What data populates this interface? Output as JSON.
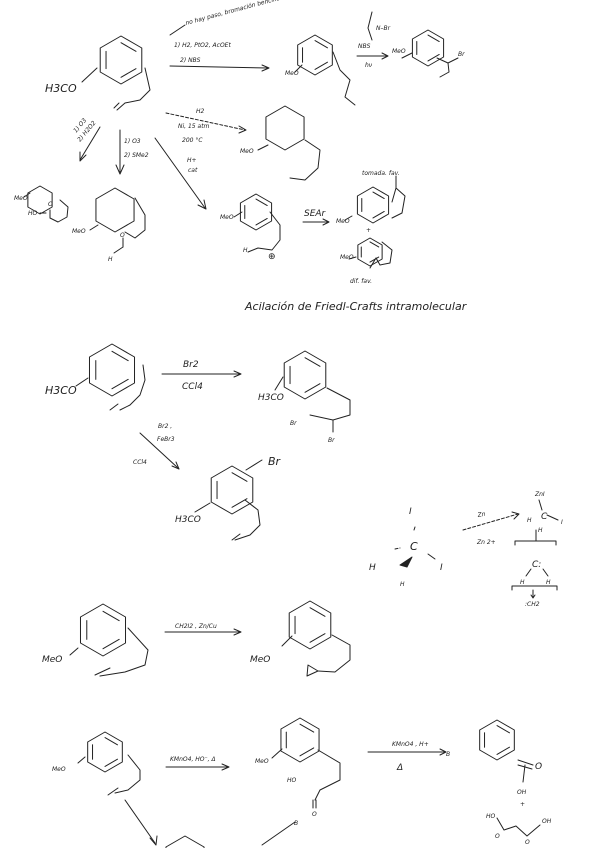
{
  "section1": {
    "start_label": "H3CO",
    "note": "no hay paso, bromación bencílica",
    "reagent_1": "1) H2, PtO2, AcOEt",
    "reagent_2": "2) NBS",
    "product1_label": "MeO",
    "nbs_reagent": "NBS",
    "nbs_br": "N–Br",
    "hv": "hν",
    "product2_label": "MeO",
    "product2_br": "Br",
    "h2": "H2",
    "ni": "Ni, 15 atm",
    "temp": "200 °C",
    "cyclohexane_label": "MeO",
    "ozonolysis_a_1": "1) O3",
    "ozonolysis_a_2": "2) H2O2",
    "ozonolysis_b_1": "1) O3",
    "ozonolysis_b_2": "2) SMe2",
    "acid_meo": "MeO",
    "acid_ho": "HO",
    "acid_o": "O",
    "aldehyde_meo": "MeO",
    "aldehyde_o": "O",
    "aldehyde_h": "H",
    "h_plus": "H+",
    "cat": "cat",
    "cation_meo": "MeO",
    "cation_h": "H",
    "cation_charge": "⊕",
    "sear": "SEAr",
    "indane1_meo": "MeO",
    "indane1_note": "tomada. fav.",
    "plus": "+",
    "indane2_meo": "MeO",
    "indane2_note": "dif. fav.",
    "title": "Acilación de Friedl-Crafts intramolecular"
  },
  "section2": {
    "start_label": "H3CO",
    "br2": "Br2",
    "ccl4": "CCl4",
    "product_label": "H3CO",
    "br_a": "Br",
    "br_b": "Br",
    "br2_fe": "Br2 ,",
    "febr3": "FeBr3",
    "ccl4_b": "CCl4",
    "arom_br": "Br",
    "arom_label": "H3CO",
    "carb_i_top": "I",
    "carb_c": "C",
    "carb_i_right": "I",
    "carb_h_left": "H",
    "carb_h_bottom": "H",
    "zn": "Zn",
    "zn2": "Zn 2+",
    "zni": "ZnI",
    "carbenoid_c": "C",
    "carbenoid_i": "I",
    "carbenoid_h1": "H",
    "carbenoid_h2": "H",
    "carbene_c": "C:",
    "carbene_h1": "H",
    "carbene_h2": "H",
    "ch2": ":CH2"
  },
  "section3": {
    "start_label": "MeO",
    "reagent": "CH2I2 , Zn/Cu",
    "product_label": "MeO"
  },
  "section4": {
    "start_label": "MeO",
    "reagent1": "KMnO4, HO⁻, Δ",
    "product_label": "MeO",
    "ho": "HO",
    "o": "O",
    "reagent2": "KMnO4 , H+",
    "delta": "Δ",
    "benzoic_o": "O",
    "benzoic_oh": "OH",
    "plus": "+",
    "mal_ho": "HO",
    "mal_oh": "OH",
    "mal_o1": "O",
    "mal_o2": "O",
    "b": "B"
  }
}
